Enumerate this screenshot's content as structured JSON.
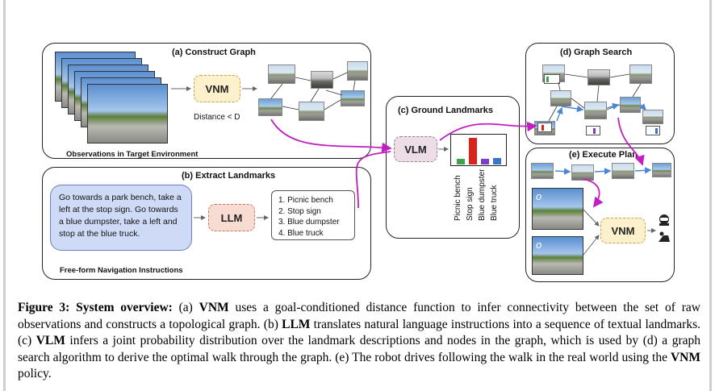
{
  "panels": {
    "construct_graph": {
      "title": "(a) Construct Graph",
      "module": "VNM",
      "edge_label": "Distance < D",
      "observations_label": "Observations in Target Environment"
    },
    "extract_landmarks": {
      "title": "(b) Extract Landmarks",
      "instruction": "Go towards a park bench, take a left at the stop sign. Go towards a blue dumpster, take a left and stop at the blue truck.",
      "instruction_label": "Free-form Navigation Instructions",
      "module": "LLM",
      "landmarks": [
        "1. Picnic bench",
        "2. Stop sign",
        "3. Blue dumpster",
        "4. Blue truck"
      ]
    },
    "ground_landmarks": {
      "title": "(c) Ground Landmarks",
      "module": "VLM",
      "bar_labels": [
        "Picnic bench",
        "Stop sign",
        "Blue dumpster",
        "Blue truck"
      ],
      "bar_colors": [
        "#3fa34d",
        "#d9241c",
        "#7b3fc4",
        "#3b74c9"
      ],
      "bar_levels": [
        0.2,
        1.0,
        0.22,
        0.24
      ]
    },
    "graph_search": {
      "title": "(d) Graph Search"
    },
    "execute_plan": {
      "title": "(e) Execute Plan",
      "module": "VNM",
      "frame_labels": [
        "o",
        "o"
      ]
    }
  },
  "caption": {
    "lead": "Figure 3: System overview:",
    "t1": " (a) ",
    "b1": "VNM",
    "t2": " uses a goal-conditioned distance function to infer connectivity between the set of raw observations and constructs a topological graph. (b) ",
    "b2": "LLM",
    "t3": " translates natural language instructions into a sequence of textual landmarks. (c) ",
    "b3": "VLM",
    "t4": " infers a joint probability distribution over the landmark descriptions and nodes in the graph, which is used by (d) a graph search algorithm to derive the optimal walk through the graph. (e) The robot drives following the walk in the real world using the ",
    "b4": "VNM",
    "t5": " policy."
  }
}
